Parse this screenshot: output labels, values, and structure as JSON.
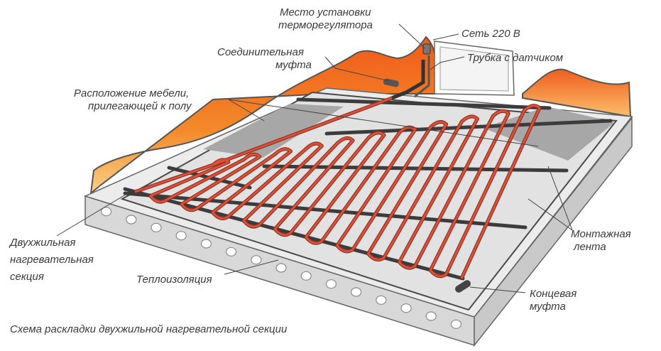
{
  "labels": {
    "thermostat": [
      "Место установки",
      "терморегулятора"
    ],
    "mains": "Сеть 220 В",
    "connector": [
      "Соединительная",
      "муфта"
    ],
    "sensor_tube": "Трубка с датчиком",
    "furniture": [
      "Расположение мебели,",
      "прилегающей к полу"
    ],
    "cable": [
      "Двухжильная",
      "нагревательная",
      "секция"
    ],
    "insulation": "Теплоизоляция",
    "tape": [
      "Монтажная",
      "лента"
    ],
    "end_coupling": [
      "Концевая",
      "муфта"
    ]
  },
  "caption": "Схема раскладки двухжильной нагревательной секции",
  "colors": {
    "cable": "#d9503a",
    "cable_outline": "#8a2a1a",
    "wall_warm": "#f07a1e",
    "wall_light": "#fbc06a",
    "slab": "#e8e8e8",
    "insulation": "#dcdcdc",
    "furniture": "#a9a9a9",
    "tape": "#3c3c3c"
  }
}
